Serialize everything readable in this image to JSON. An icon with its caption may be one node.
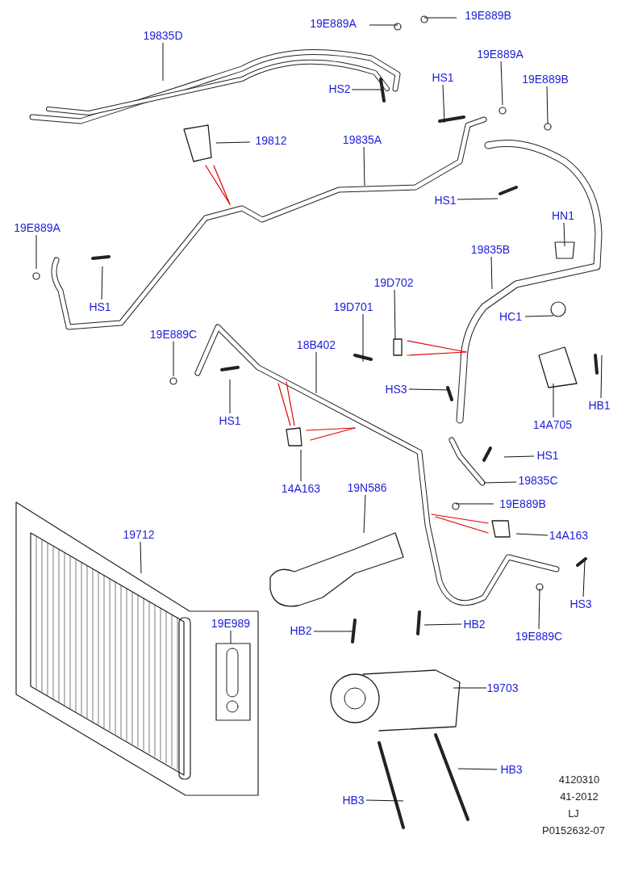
{
  "diagram": {
    "nodes": [
      {
        "text": [
          "19835D"
        ]
      },
      {
        "text": [
          "19E889A"
        ]
      },
      {
        "text": [
          "19E889B"
        ]
      },
      {
        "text": [
          "HS2"
        ]
      },
      {
        "text": [
          "HS1"
        ]
      },
      {
        "text": [
          "19E889A"
        ]
      },
      {
        "text": [
          "19E889B"
        ]
      },
      {
        "text": [
          "19812"
        ]
      },
      {
        "text": [
          "19835A"
        ]
      },
      {
        "text": [
          "HS1"
        ]
      },
      {
        "text": [
          "HN1"
        ]
      },
      {
        "text": [
          "19E889A"
        ]
      },
      {
        "text": [
          "HS1"
        ]
      },
      {
        "text": [
          "19835B"
        ]
      },
      {
        "text": [
          "19D702"
        ]
      },
      {
        "text": [
          "19D701"
        ]
      },
      {
        "text": [
          "HC1"
        ]
      },
      {
        "text": [
          "19E889C"
        ]
      },
      {
        "text": [
          "18B402"
        ]
      },
      {
        "text": [
          "HS3"
        ]
      },
      {
        "text": [
          "14A705"
        ]
      },
      {
        "text": [
          "HB1"
        ]
      },
      {
        "text": [
          "HS1"
        ]
      },
      {
        "text": [
          "14A163"
        ]
      },
      {
        "text": [
          "HS1"
        ]
      },
      {
        "text": [
          "19E889B"
        ]
      },
      {
        "text": [
          "19835C"
        ]
      },
      {
        "text": [
          "14A163"
        ]
      },
      {
        "text": [
          "19N586"
        ]
      },
      {
        "text": [
          "19712"
        ]
      },
      {
        "text": [
          "19E989"
        ]
      },
      {
        "text": [
          "HS3"
        ]
      },
      {
        "text": [
          "19E889C"
        ]
      },
      {
        "text": [
          "HB2"
        ]
      },
      {
        "text": [
          "HB2"
        ]
      },
      {
        "text": [
          "19703"
        ]
      },
      {
        "text": [
          "HB3"
        ]
      },
      {
        "text": [
          "HB3"
        ]
      }
    ],
    "edges": [
      {
        "from": 0,
        "to": null,
        "arrow": "none"
      },
      {
        "from": 1,
        "to": null,
        "arrow": "none"
      },
      {
        "from": 2,
        "to": null,
        "arrow": "none"
      },
      {
        "from": 3,
        "to": null,
        "arrow": "none"
      },
      {
        "from": 4,
        "to": null,
        "arrow": "none"
      },
      {
        "from": 5,
        "to": null,
        "arrow": "none"
      },
      {
        "from": 6,
        "to": null,
        "arrow": "none"
      },
      {
        "from": 7,
        "to": null,
        "arrow": "none"
      },
      {
        "from": 8,
        "to": null,
        "arrow": "none"
      },
      {
        "from": 9,
        "to": null,
        "arrow": "none"
      },
      {
        "from": 10,
        "to": null,
        "arrow": "none"
      },
      {
        "from": 11,
        "to": null,
        "arrow": "none"
      },
      {
        "from": 12,
        "to": null,
        "arrow": "none"
      },
      {
        "from": 13,
        "to": null,
        "arrow": "none"
      },
      {
        "from": 14,
        "to": null,
        "arrow": "none"
      },
      {
        "from": 15,
        "to": null,
        "arrow": "none"
      },
      {
        "from": 16,
        "to": null,
        "arrow": "none"
      },
      {
        "from": 17,
        "to": null,
        "arrow": "none"
      },
      {
        "from": 18,
        "to": null,
        "arrow": "none"
      },
      {
        "from": 19,
        "to": null,
        "arrow": "none"
      },
      {
        "from": 20,
        "to": null,
        "arrow": "none"
      },
      {
        "from": 21,
        "to": null,
        "arrow": "none"
      },
      {
        "from": 22,
        "to": null,
        "arrow": "none"
      },
      {
        "from": 23,
        "to": null,
        "arrow": "none"
      },
      {
        "from": 24,
        "to": null,
        "arrow": "none"
      },
      {
        "from": 25,
        "to": null,
        "arrow": "none"
      },
      {
        "from": 26,
        "to": null,
        "arrow": "none"
      },
      {
        "from": 27,
        "to": null,
        "arrow": "none"
      },
      {
        "from": 28,
        "to": null,
        "arrow": "none"
      },
      {
        "from": 29,
        "to": null,
        "arrow": "none"
      },
      {
        "from": 30,
        "to": null,
        "arrow": "none"
      },
      {
        "from": 31,
        "to": null,
        "arrow": "none"
      },
      {
        "from": 32,
        "to": null,
        "arrow": "none"
      },
      {
        "from": 33,
        "to": null,
        "arrow": "none"
      },
      {
        "from": 34,
        "to": null,
        "arrow": "none"
      },
      {
        "from": 35,
        "to": null,
        "arrow": "none"
      },
      {
        "from": 36,
        "to": null,
        "arrow": "none"
      },
      {
        "from": 37,
        "to": null,
        "arrow": "none"
      }
    ],
    "labels": [
      "4120310",
      "41-2012",
      "LJ",
      "P0152632-07"
    ]
  }
}
